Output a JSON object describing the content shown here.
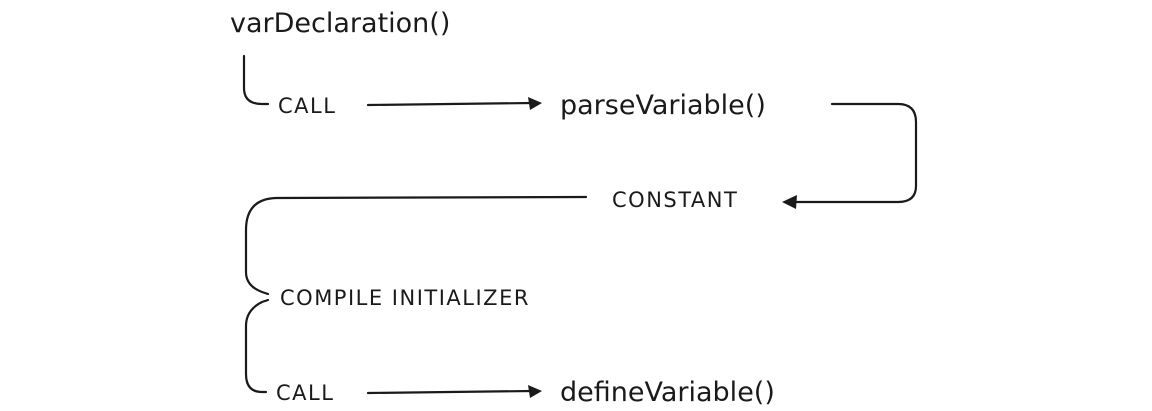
{
  "nodes": {
    "var_declaration": "varDeclaration()",
    "call_1": "CALL",
    "parse_variable": "parseVariable()",
    "constant": "CONSTANT",
    "compile_initializer": "COMPILE INITIALIZER",
    "call_2": "CALL",
    "define_variable": "defineVariable()"
  },
  "icons": {
    "arrow": "arrow-right-icon",
    "arrow_left": "arrow-left-icon"
  },
  "colors": {
    "ink": "#1a1a1a",
    "background": "#ffffff"
  }
}
